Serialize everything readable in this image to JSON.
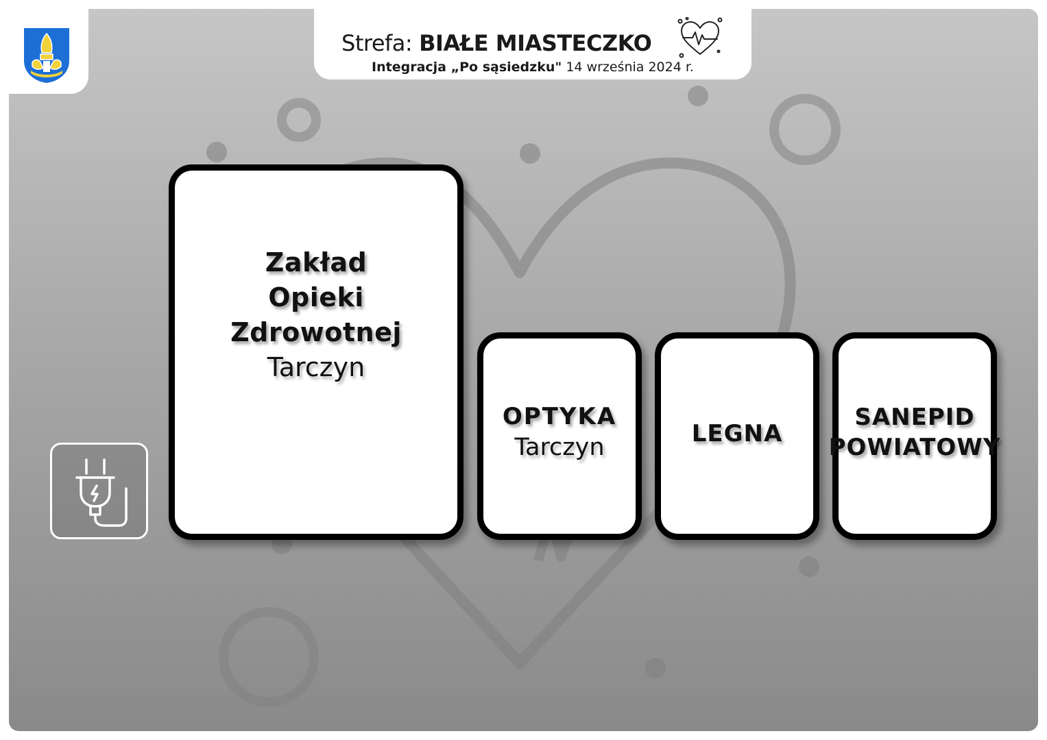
{
  "header": {
    "title_prefix": "Strefa:",
    "title_main": "BIAŁE MIASTECZKO",
    "subtitle_event": "Integracja „Po sąsiedzku\"",
    "subtitle_date": "14 września 2024 r."
  },
  "icons": {
    "crest": "municipal-crest-icon",
    "heart": "heart-pulse-icon",
    "plug": "electric-plug-icon"
  },
  "stands": [
    {
      "title_lines": [
        "Zakład",
        "Opieki",
        "Zdrowotnej"
      ],
      "subtitle": "Tarczyn"
    },
    {
      "title_lines": [
        "OPTYKA"
      ],
      "subtitle": "Tarczyn"
    },
    {
      "title_lines": [
        "LEGNA"
      ],
      "subtitle": ""
    },
    {
      "title_lines": [
        "SANEPID",
        "POWIATOWY"
      ],
      "subtitle": ""
    }
  ],
  "colors": {
    "background_top": "#c6c6c6",
    "background_bottom": "#8a8a8a",
    "card_border": "#000000",
    "card_fill": "#ffffff",
    "crest_blue": "#1d6fd6",
    "crest_yellow": "#f2d23a"
  }
}
